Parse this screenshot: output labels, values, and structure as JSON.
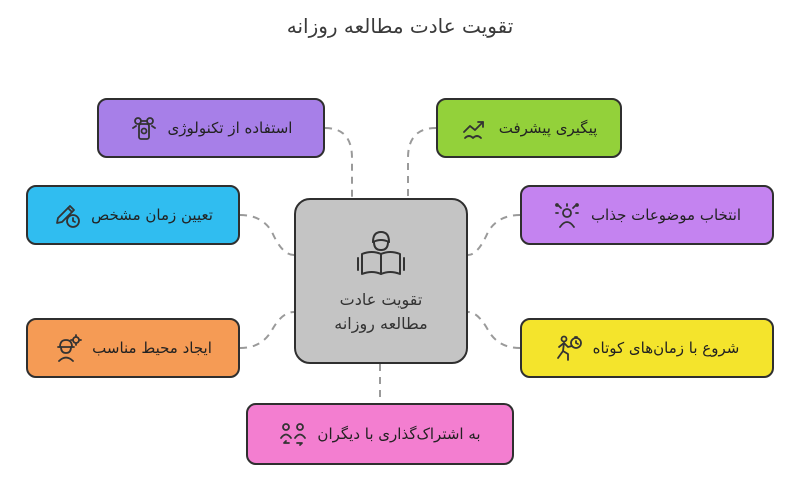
{
  "title": "تقویت عادت مطالعه روزانه",
  "center": {
    "label": "تقویت عادت مطالعه روزانه",
    "icon": "reading-person-icon"
  },
  "nodes": {
    "tech": {
      "label": "استفاده از تکنولوژی",
      "icon": "technology-icon",
      "color": "#a77fe8"
    },
    "track": {
      "label": "پیگیری پیشرفت",
      "icon": "progress-trend-icon",
      "color": "#93d13a"
    },
    "time": {
      "label": "تعیین زمان مشخص",
      "icon": "pencil-clock-icon",
      "color": "#30bdf0"
    },
    "topics": {
      "label": "انتخاب موضوعات جذاب",
      "icon": "idea-person-icon",
      "color": "#c483f0"
    },
    "env": {
      "label": "ایجاد محیط مناسب",
      "icon": "worker-gear-icon",
      "color": "#f59b55"
    },
    "short": {
      "label": "شروع با زمان‌های کوتاه",
      "icon": "running-timer-icon",
      "color": "#f4e42c"
    },
    "share": {
      "label": "به اشتراک‌گذاری با دیگران",
      "icon": "people-exchange-icon",
      "color": "#f37ed0"
    }
  }
}
